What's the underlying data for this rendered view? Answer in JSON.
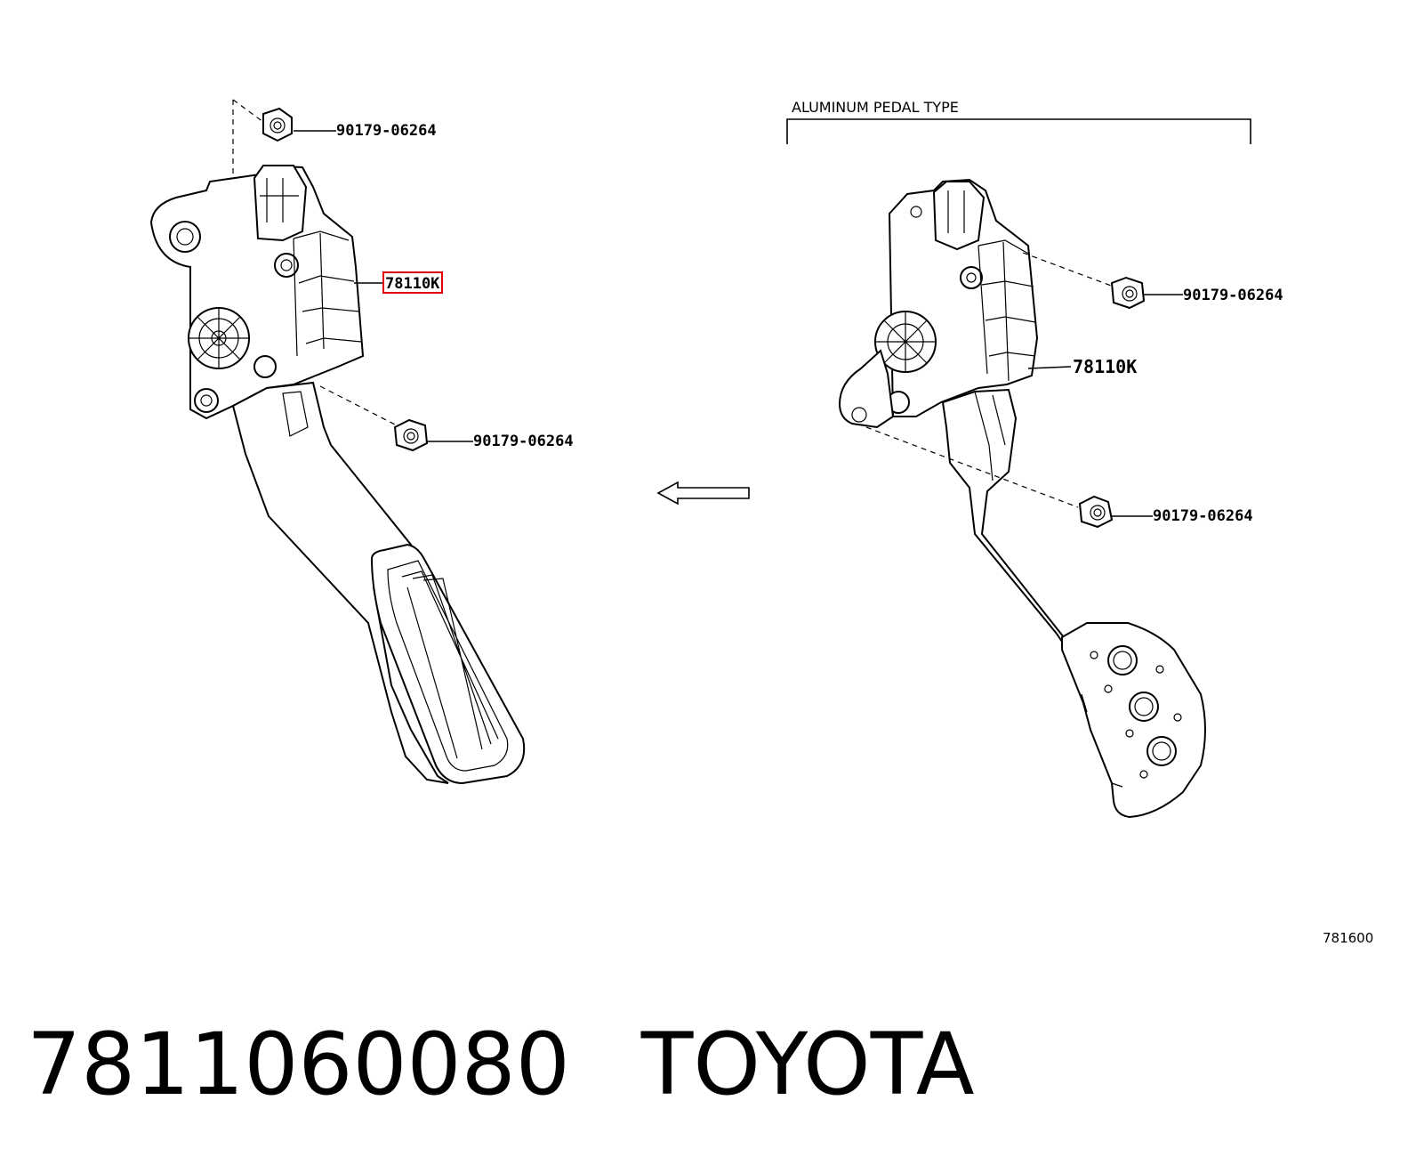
{
  "diagram": {
    "left_assembly": {
      "nut_top_label": "90179-06264",
      "part_label": "78110K",
      "nut_bottom_label": "90179-06264"
    },
    "right_assembly": {
      "header": "ALUMINUM PEDAL TYPE",
      "nut_top_label": "90179-06264",
      "part_label": "78110K",
      "nut_bottom_label": "90179-06264"
    },
    "figure_number": "781600",
    "highlight_color": "#e00000"
  },
  "caption": {
    "part_number": "7811060080",
    "brand": "TOYOTA"
  }
}
